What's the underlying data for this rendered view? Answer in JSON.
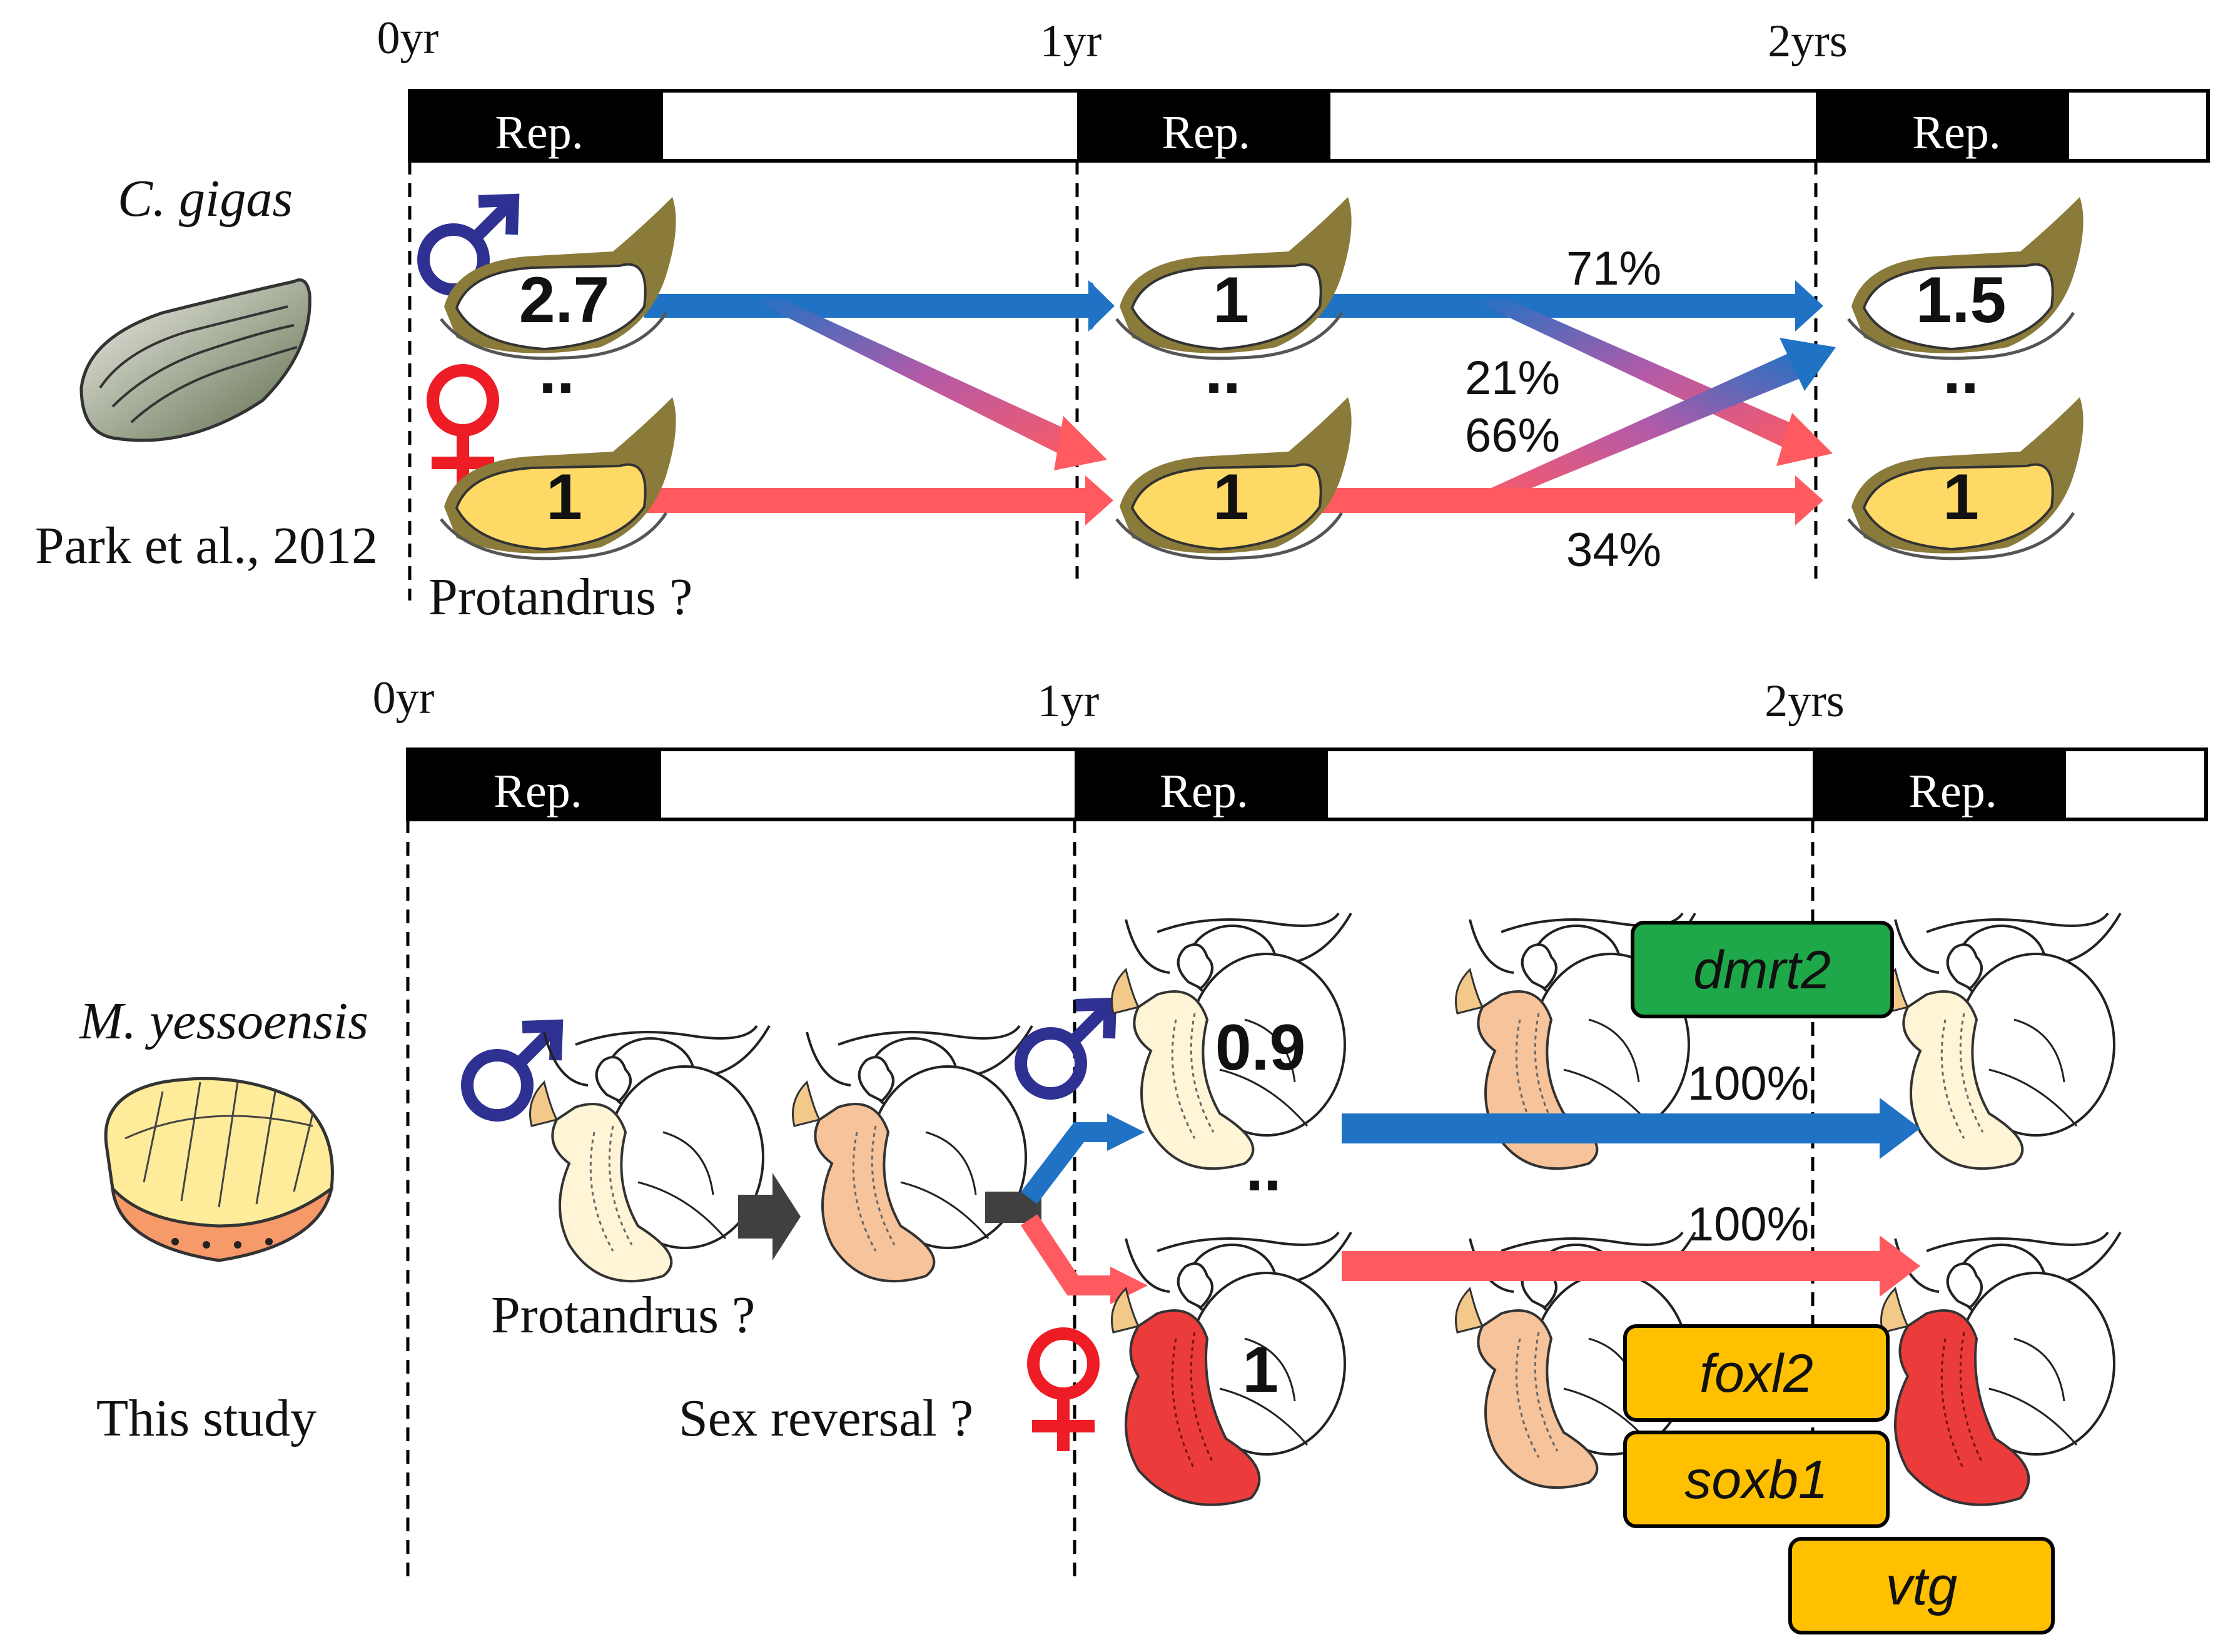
{
  "figure": {
    "timeline_ticks": [
      "0yr",
      "1yr",
      "2yrs"
    ],
    "rep_label": "Rep.",
    "top_panel": {
      "species": "C. gigas",
      "reference": "Park et al., 2012",
      "note": "Protandrus ?",
      "ratios": {
        "male": [
          "2.7",
          "1",
          "1.5"
        ],
        "female": [
          "1",
          "1",
          "1"
        ],
        "separator": "∙∙"
      },
      "transitions": {
        "male_to_male": "71%",
        "male_to_female": "21%",
        "female_to_male": "66%",
        "female_to_female": "34%"
      }
    },
    "bottom_panel": {
      "species": "M. yessoensis",
      "study": "This study",
      "protandrus_note": "Protandrus ?",
      "sex_reversal_note": "Sex reversal ?",
      "ratios": {
        "male": "0.9",
        "female": "1",
        "separator": "∙∙"
      },
      "transitions": {
        "male_to_male": "100%",
        "female_to_female": "100%"
      },
      "genes": {
        "male_marker": "dmrt2",
        "female_markers": [
          "foxl2",
          "soxb1",
          "vtg"
        ]
      }
    },
    "symbols": {
      "male": "♂",
      "female": "♀"
    },
    "colors": {
      "male_arrow": "#1f72c4",
      "female_arrow": "#ff5a60",
      "male_symbol": "#2e3191",
      "female_symbol": "#ee1c24",
      "rep_bar": "#000000",
      "oyster_female_fill": "#ffd966",
      "oyster_shell": "#8b7b3a",
      "scallop_male_gonad": "#fff5d6",
      "scallop_indifferent_gonad": "#f7c39a",
      "scallop_female_gonad": "#ec3b3b",
      "gene_male_box": "#1fa84a",
      "gene_female_box": "#ffc000"
    }
  }
}
